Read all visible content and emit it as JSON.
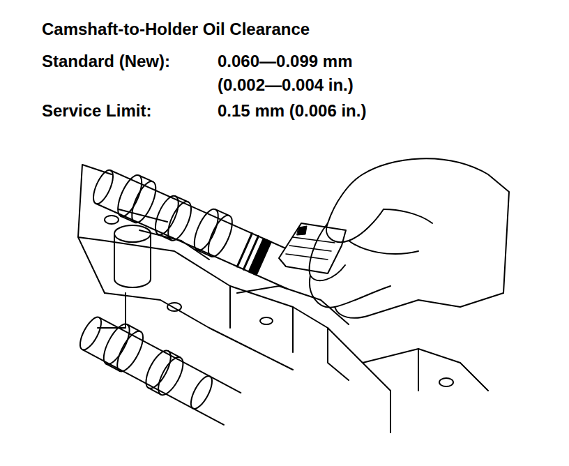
{
  "diagram": {
    "title": "Camshaft-to-Holder Oil Clearance",
    "labels": [
      "Standard (New):",
      "0.060—0.099 mm",
      "(0.002—0.004 in.)",
      "Service Limit:",
      "0.15 mm (0.006 in.)"
    ]
  }
}
